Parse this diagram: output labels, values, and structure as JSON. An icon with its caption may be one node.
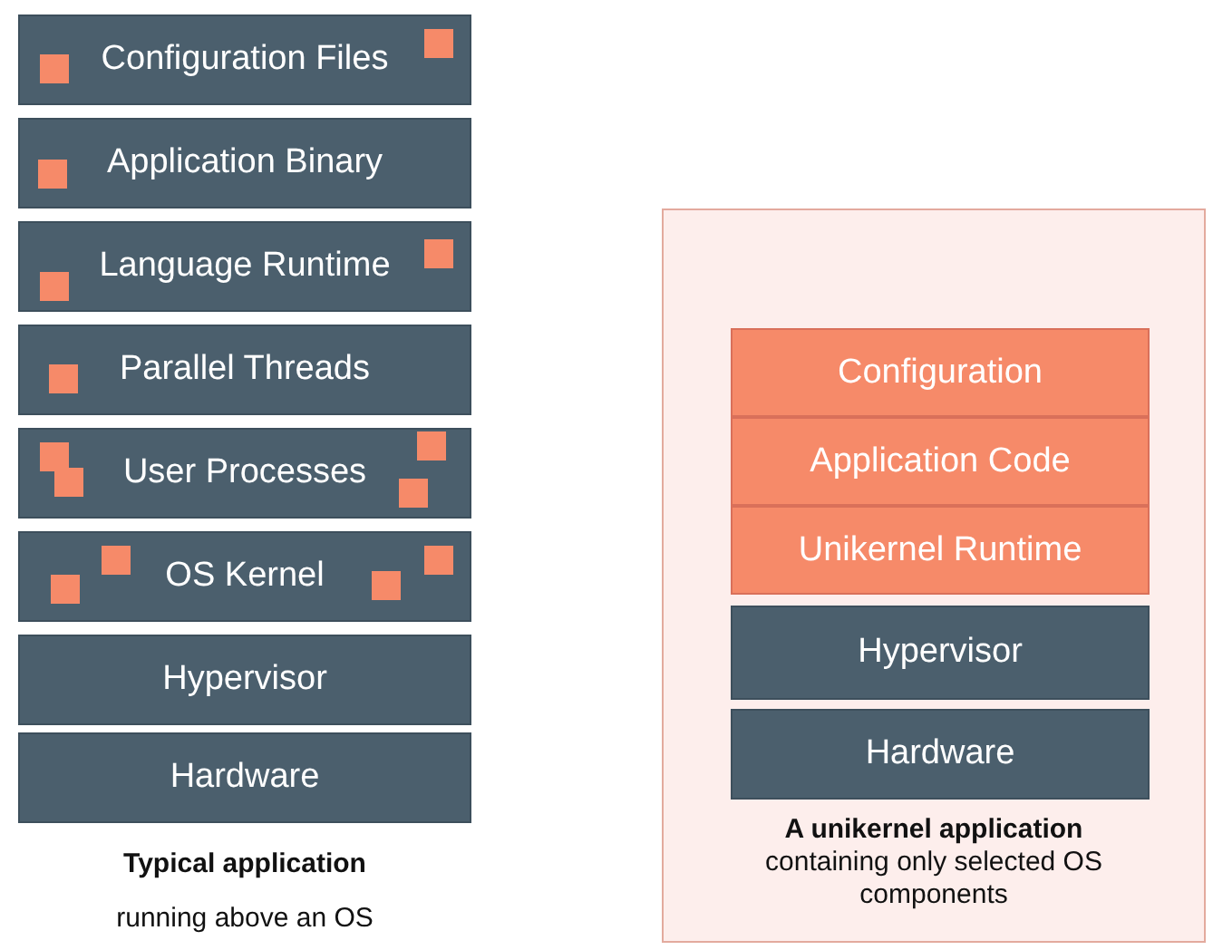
{
  "diagram": {
    "nodes": [
      {
        "text": [
          "Configuration Files"
        ]
      },
      {
        "text": [
          "Application Binary"
        ]
      },
      {
        "text": [
          "Language Runtime"
        ]
      },
      {
        "text": [
          "Parallel Threads"
        ]
      },
      {
        "text": [
          "User Processes"
        ]
      },
      {
        "text": [
          "OS Kernel"
        ]
      },
      {
        "text": [
          "Hypervisor"
        ]
      },
      {
        "text": [
          "Hardware"
        ]
      },
      {
        "text": [
          "A unikernel application",
          "containing only selected OS components"
        ]
      },
      {
        "text": [
          "Configuration"
        ],
        "in": 8
      },
      {
        "text": [
          "Application Code"
        ],
        "in": 8
      },
      {
        "text": [
          "Unikernel Runtime"
        ],
        "in": 8
      },
      {
        "text": [
          "Hypervisor"
        ],
        "in": 8
      },
      {
        "text": [
          "Hardware"
        ],
        "in": 8
      }
    ],
    "labels": [
      "Typical application",
      "running above an OS"
    ]
  }
}
